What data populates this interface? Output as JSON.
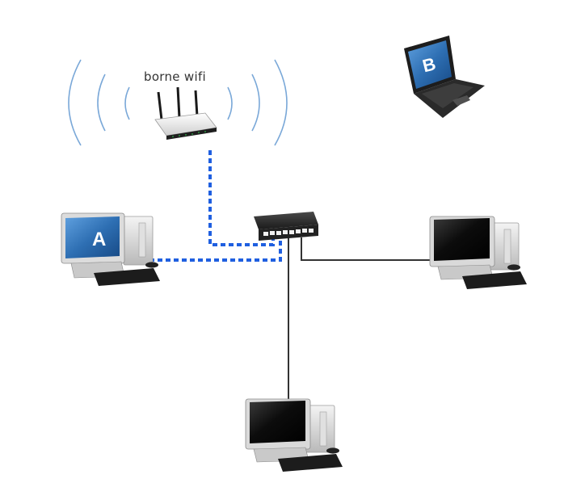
{
  "router": {
    "label": "borne wifi"
  },
  "computer_a": {
    "letter": "A"
  },
  "laptop_b": {
    "letter": "B"
  },
  "colors": {
    "wifi_waves": "#7aa8d8",
    "wifi_link": "#1f5fe0",
    "ethernet_link": "#333333",
    "screen_blue": "#2e6fb3",
    "screen_dark": "#111111"
  }
}
